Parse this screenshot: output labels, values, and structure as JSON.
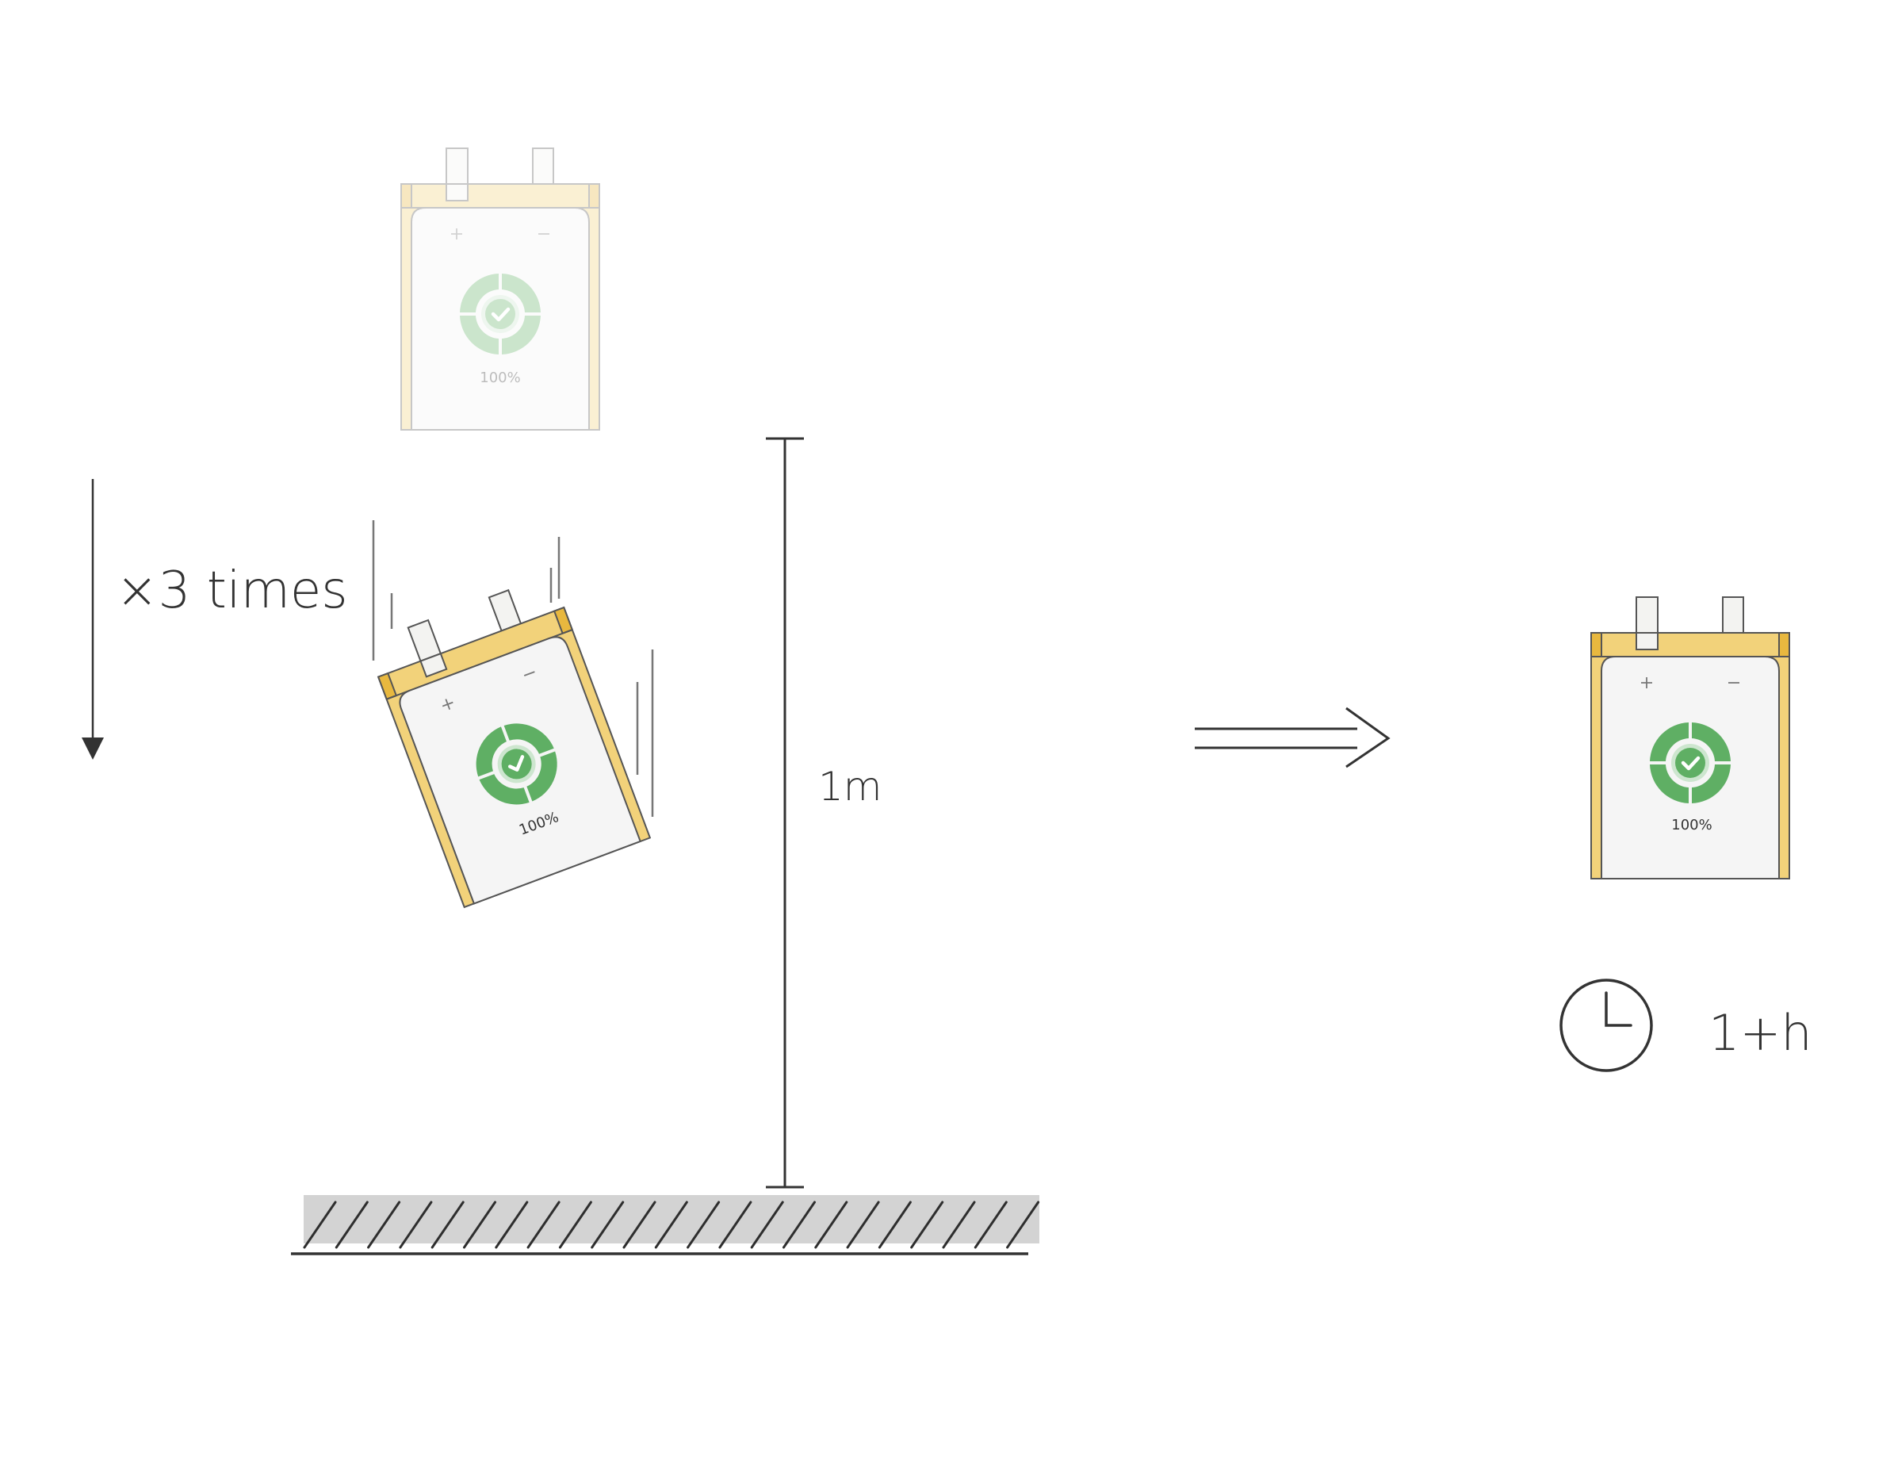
{
  "diagram": {
    "title": "Battery drop test",
    "batteries": {
      "start": {
        "state": "before-drop",
        "charge_label": "100%",
        "plus": "+",
        "minus": "−",
        "faded": true
      },
      "falling": {
        "state": "falling",
        "charge_label": "100%",
        "plus": "+",
        "minus": "−",
        "faded": false
      },
      "result": {
        "state": "after-test",
        "charge_label": "100%",
        "plus": "+",
        "minus": "−",
        "faded": false
      }
    },
    "repeat_label": "×3 times",
    "height_label": "1m",
    "wait_label": "1+h",
    "icons": {
      "repeat_arrow": "arrow-down-icon",
      "result_arrow": "double-arrow-right-icon",
      "clock": "clock-icon",
      "status": "check-circle-icon",
      "floor": "hatched-floor-icon"
    },
    "colors": {
      "strip": "#F2D27A",
      "strip_dark": "#E8B83F",
      "outline": "#555555",
      "panel": "#F5F5F5",
      "tab": "#F3F3F1",
      "green": "#5FAF64",
      "green_halo": "#CDE6CF",
      "ink": "#333333",
      "floor": "#D3D3D3"
    }
  }
}
